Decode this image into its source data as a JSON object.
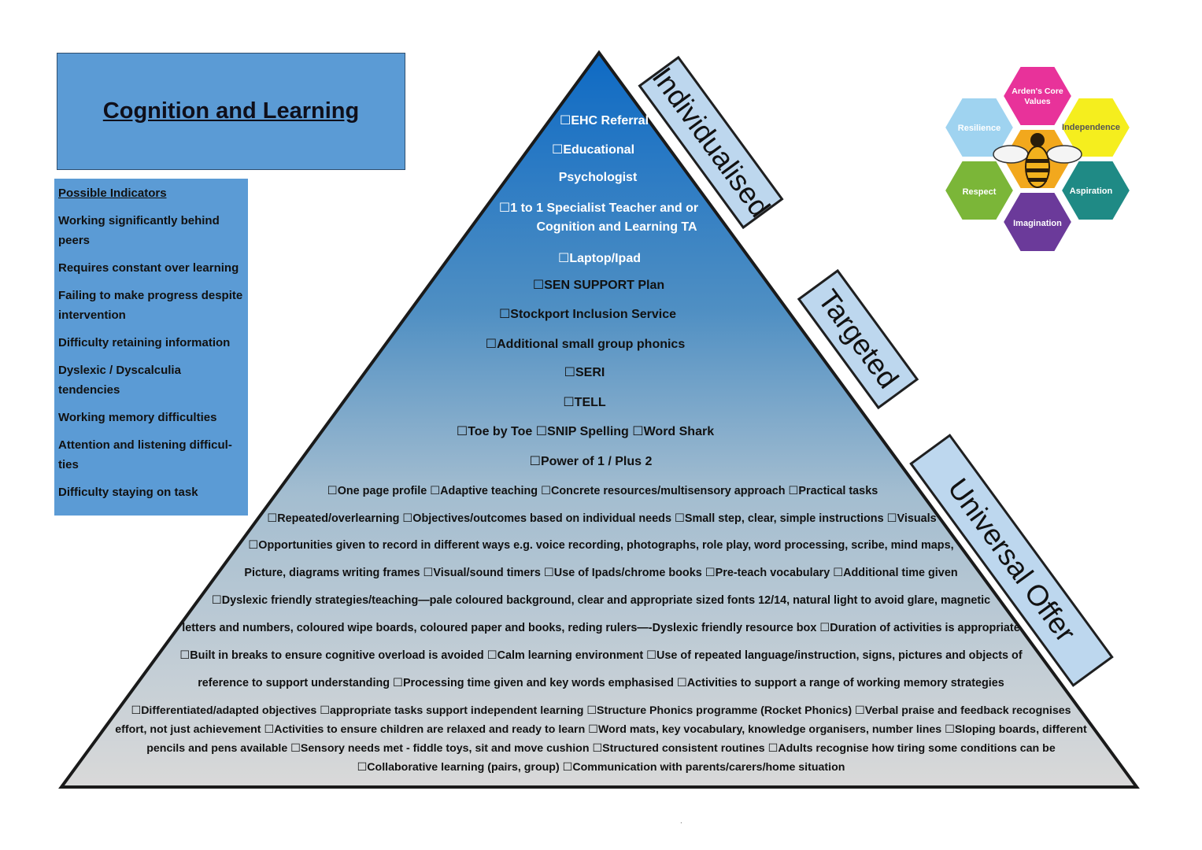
{
  "title": "Cognition and Learning",
  "indicators": {
    "heading": "Possible Indicators",
    "items": [
      "Working significantly behind peers",
      "Requires constant over learning",
      "Failing to make progress  despite intervention",
      "Difficulty retaining information",
      "Dyslexic / Dyscalculia tendencies",
      "Working memory difficulties",
      "Attention and listening difficul-ties",
      "Difficulty staying on task"
    ]
  },
  "tiers": {
    "individualised": "Individualised",
    "targeted": "Targeted",
    "universal": "Universal Offer"
  },
  "individualised_items": [
    "☐EHC Referral",
    "☐Educational",
    "Psychologist",
    "☐1 to 1 Specialist Teacher and or",
    "Cognition and Learning TA",
    "☐Laptop/Ipad"
  ],
  "targeted_items": [
    "☐SEN SUPPORT Plan",
    "☐Stockport Inclusion Service",
    "☐Additional small group phonics",
    "☐SERI",
    "☐TELL",
    "☐Toe by Toe   ☐SNIP Spelling  ☐Word Shark",
    "☐Power of 1 / Plus 2"
  ],
  "universal_items": [
    "☐One page profile ☐Adaptive teaching ☐Concrete resources/multisensory approach ☐Practical tasks",
    "☐Repeated/overlearning ☐Objectives/outcomes based on individual needs ☐Small step, clear, simple instructions ☐Visuals",
    "☐Opportunities given to record in different ways e.g. voice recording, photographs, role play, word processing, scribe, mind maps,",
    "Picture, diagrams writing frames ☐Visual/sound timers ☐Use of Ipads/chrome books ☐Pre-teach vocabulary ☐Additional time given",
    "☐Dyslexic friendly strategies/teaching—pale coloured background, clear and appropriate sized fonts 12/14, natural light to avoid glare, magnetic",
    "letters and numbers, coloured wipe boards, coloured paper and books, reding rulers—-Dyslexic friendly resource box ☐Duration of activities is appropriate",
    "☐Built in breaks to ensure cognitive overload is avoided ☐Calm learning environment ☐Use of repeated language/instruction, signs, pictures and objects of",
    "reference to support understanding ☐Processing time given and key words emphasised ☐Activities to support a range of working memory strategies",
    "☐Differentiated/adapted objectives ☐appropriate tasks support independent learning ☐Structure Phonics programme (Rocket Phonics) ☐Verbal praise and feedback recognises",
    "effort, not just achievement ☐Activities to ensure children are relaxed and ready to learn ☐Word mats, key vocabulary, knowledge organisers, number lines ☐Sloping boards, different",
    "pencils and pens available ☐Sensory needs met  - fiddle toys, sit and move cushion ☐Structured consistent routines ☐Adults recognise how tiring some conditions can be",
    "☐Collaborative learning (pairs, group)  ☐Communication with parents/carers/home situation"
  ],
  "logo": {
    "center": "Arden's Core Values",
    "values": [
      "Resilience",
      "Independence",
      "Respect",
      "Aspiration",
      "Imagination"
    ],
    "colors": {
      "center": "#e8329a",
      "resilience": "#9fd3f0",
      "independence": "#f5ee1e",
      "respect": "#7bb638",
      "aspiration": "#1f8a85",
      "imagination": "#6b3a9a",
      "bee_body": "#f2a81d"
    }
  },
  "colors": {
    "title_box": "#5b9bd5",
    "tier_box": "#bdd7ee",
    "pyramid_top": "#0e6ac4",
    "pyramid_bottom": "#d9d9d9"
  },
  "footer_mark": "."
}
